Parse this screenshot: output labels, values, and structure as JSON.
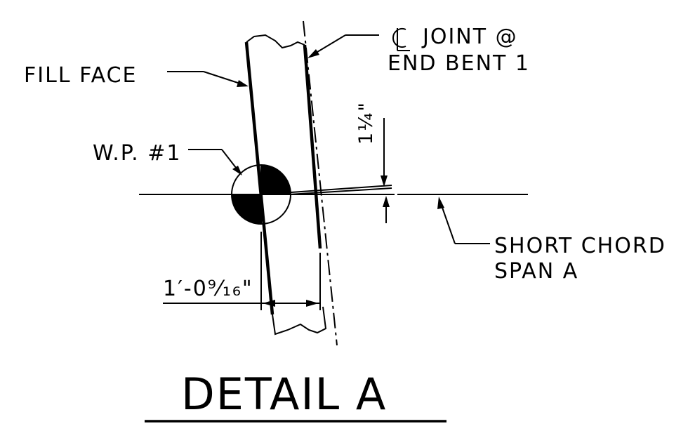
{
  "detail": {
    "title": "DETAIL A",
    "labels": {
      "fill_face": "FILL FACE",
      "cl_joint_line1": "JOINT @",
      "cl_joint_line2": "END BENT 1",
      "work_point": "W.P. #1",
      "short_chord_line1": "SHORT CHORD",
      "short_chord_line2": "SPAN A"
    },
    "dimensions": {
      "offset": "1¼\"",
      "width": "1′-0⁹⁄₁₆\""
    },
    "symbols": {
      "centerline": "centerline-symbol",
      "work_point": "work-point-target-symbol"
    }
  }
}
